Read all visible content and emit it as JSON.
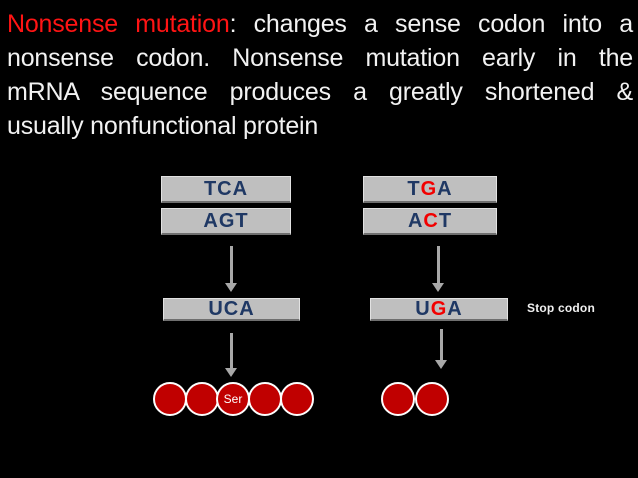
{
  "slide": {
    "title": {
      "highlight": "Nonsense mutation",
      "line1_rest": ": changes a sense codon into a",
      "line2": "nonsense codon. Nonsense mutation early in the",
      "line3": "mRNA sequence produces a  greatly shortened &",
      "line4": "usually nonfunctional protein"
    },
    "diagram": {
      "left": {
        "dna_top": [
          "T",
          "C",
          "A"
        ],
        "dna_bottom": [
          "A",
          "G",
          "T"
        ],
        "mrna": [
          "U",
          "C",
          "A"
        ],
        "protein_label": "Ser",
        "protein_circle_count": 5
      },
      "right": {
        "dna_top": [
          "T",
          "G",
          "A"
        ],
        "dna_bottom": [
          "A",
          "C",
          "T"
        ],
        "mrna": [
          "U",
          "G",
          "A"
        ],
        "stop_label": "Stop codon",
        "protein_circle_count": 2
      }
    },
    "colors": {
      "background": "#000000",
      "title_text": "#f2f2f2",
      "highlight_red": "#ff1414",
      "codon_text": "#1f3864",
      "mutated_letter": "#f20000",
      "box_fill": "#bfbfbf",
      "protein_circle_fill": "#c00000",
      "arrow_gray": "#a8a8a8"
    }
  }
}
